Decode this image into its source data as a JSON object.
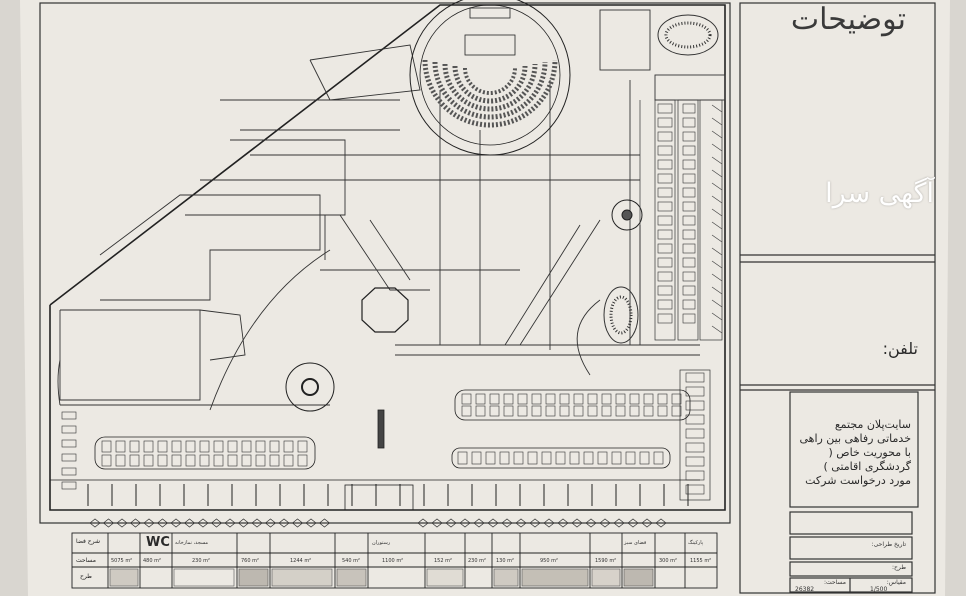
{
  "sheet": {
    "title_block_heading": "توضیحات",
    "phone_label": "تلفن:",
    "watermark": "آگهی سرا",
    "project_description": "سایت‌پلان مجتمع خدماتی رفاهی بین راهی با محوریت خاص ( گردشگری اقامتی ) مورد درخواست شرکت",
    "fields": [
      "تاریخ طراحی:",
      "طرح:",
      "مقیاس:",
      "مساحت:"
    ],
    "scale": "1/500",
    "area_value": "26382"
  },
  "legend": {
    "headers": [
      "شرح فضا",
      "WC",
      "مسجد، نمازخانه",
      "رستوران",
      "فضای سبز",
      "پارکینگ"
    ],
    "row_labels": [
      "مساحت",
      "طرح"
    ],
    "areas": [
      "5075 m²",
      "480 m²",
      "230 m²",
      "760 m²",
      "1244 m²",
      "540 m²",
      "1100 m²",
      "152 m²",
      "230 m²",
      "130 m²",
      "950 m²",
      "1590 m²",
      "300 m²",
      "1155 m²"
    ]
  },
  "colors": {
    "paper": "#ece9e3",
    "ink": "#2b2b2b",
    "background": "#d9d6d0"
  }
}
